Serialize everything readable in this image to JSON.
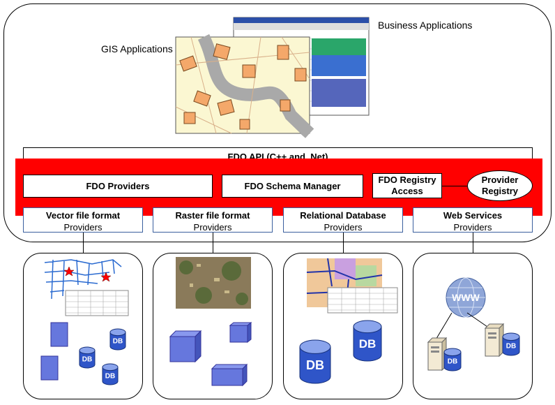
{
  "top": {
    "gis_label": "GIS Applications",
    "business_label": "Business Applications"
  },
  "api": {
    "label": "FDO API (C++ and .Net)"
  },
  "core": {
    "providers": "FDO Providers",
    "schema_manager": "FDO Schema Manager",
    "registry_access_line1": "FDO Registry",
    "registry_access_line2": "Access",
    "provider_registry_line1": "Provider",
    "provider_registry_line2": "Registry"
  },
  "provider_types": [
    {
      "title": "Vector file format",
      "subtitle": "Providers"
    },
    {
      "title": "Raster file format",
      "subtitle": "Providers"
    },
    {
      "title": "Relational Database",
      "subtitle": "Providers"
    },
    {
      "title": "Web Services",
      "subtitle": "Providers"
    }
  ],
  "db_labels": {
    "db": "DB",
    "www": "WWW"
  },
  "colors": {
    "red": "#ff0000",
    "blue_shape": "#6677dd",
    "border_blue": "#3a5f9e"
  }
}
